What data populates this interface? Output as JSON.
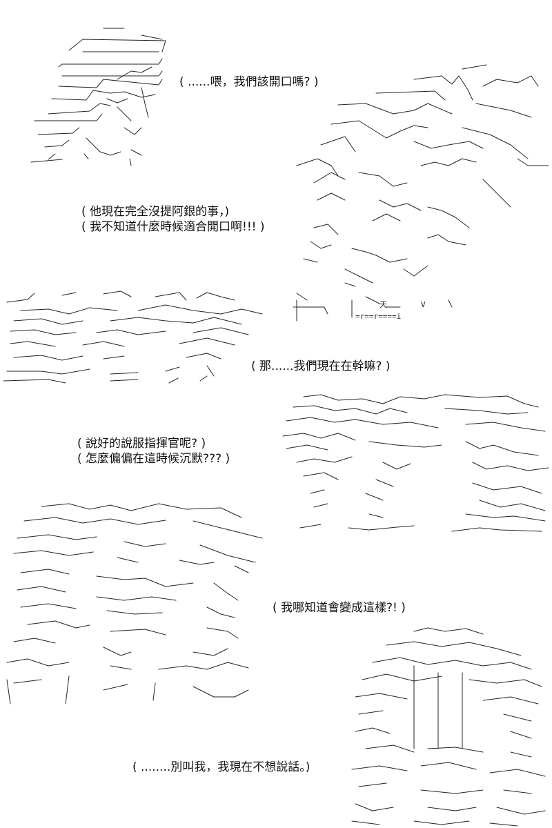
{
  "dialogue": [
    {
      "id": "d1",
      "lines": [
        "( ......喂，我們該開口嗎? )"
      ]
    },
    {
      "id": "d2",
      "lines": [
        "( 他現在完全沒提阿銀的事，)",
        "( 我不知道什麼時候適合開口啊!!! )"
      ]
    },
    {
      "id": "d3",
      "lines": [
        "( 那......我們現在在幹嘛? )"
      ]
    },
    {
      "id": "d4",
      "lines": [
        "( 說好的說服指揮官呢? )",
        "( 怎麼偏偏在這時候沉默??? )"
      ]
    },
    {
      "id": "d5",
      "lines": [
        "( 我哪知道會變成這樣?! )"
      ]
    },
    {
      "id": "d6",
      "lines": [
        "( ........別叫我，我現在不想說話。)"
      ]
    }
  ],
  "art_text": {
    "heaven": "天",
    "v": "V",
    "rule": "=r==r====i"
  }
}
